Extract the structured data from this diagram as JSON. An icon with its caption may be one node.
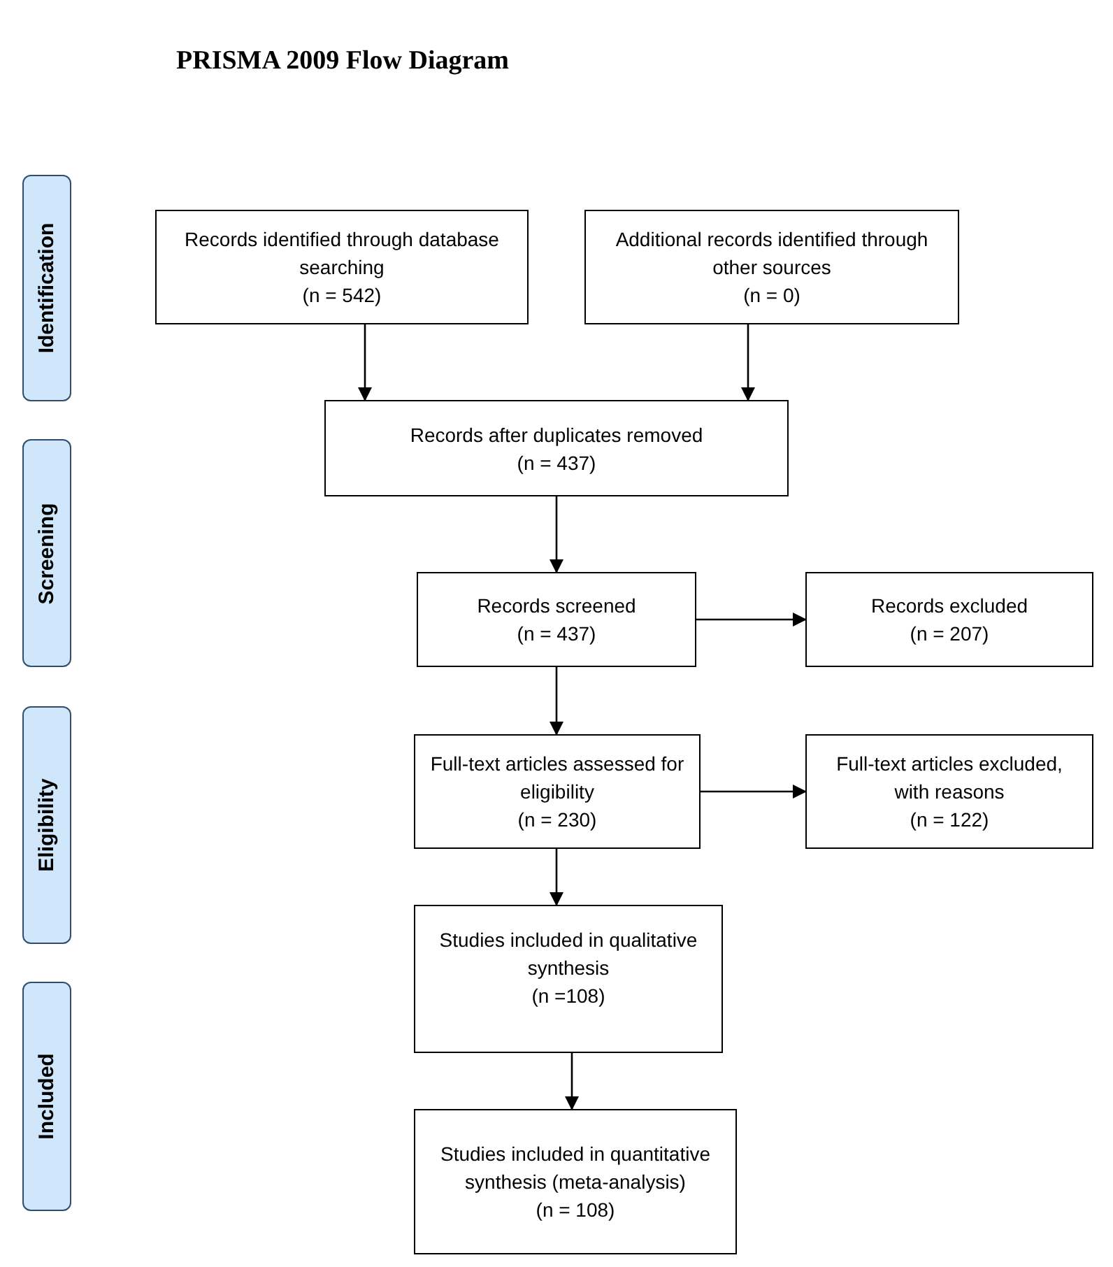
{
  "diagram": {
    "title": "PRISMA 2009 Flow Diagram",
    "nodes": [
      {
        "text": [
          "Identification"
        ]
      },
      {
        "text": [
          "Screening"
        ]
      },
      {
        "text": [
          "Eligibility"
        ]
      },
      {
        "text": [
          "Included"
        ]
      },
      {
        "text": [
          "Records identified through database searching",
          "(n = 542)"
        ]
      },
      {
        "text": [
          "Additional records identified through other sources",
          "(n = 0)"
        ]
      },
      {
        "text": [
          "Records after duplicates removed",
          "(n = 437)"
        ]
      },
      {
        "text": [
          "Records screened",
          "(n = 437)"
        ]
      },
      {
        "text": [
          "Records excluded",
          "(n = 207)"
        ]
      },
      {
        "text": [
          "Full-text articles assessed for eligibility",
          "(n = 230)"
        ]
      },
      {
        "text": [
          "Full-text articles excluded, with reasons",
          "(n = 122)"
        ]
      },
      {
        "text": [
          "Studies included in qualitative synthesis",
          "(n =108)"
        ]
      },
      {
        "text": [
          "Studies included in quantitative synthesis (meta-analysis)",
          "(n = 108)"
        ]
      }
    ],
    "edges": [
      {
        "from": 4,
        "to": 6,
        "arrow": "to"
      },
      {
        "from": 5,
        "to": 6,
        "arrow": "to"
      },
      {
        "from": 6,
        "to": 7,
        "arrow": "to"
      },
      {
        "from": 7,
        "to": 8,
        "arrow": "to"
      },
      {
        "from": 7,
        "to": 9,
        "arrow": "to"
      },
      {
        "from": 9,
        "to": 10,
        "arrow": "to"
      },
      {
        "from": 9,
        "to": 11,
        "arrow": "to"
      },
      {
        "from": 11,
        "to": 12,
        "arrow": "to"
      }
    ]
  }
}
